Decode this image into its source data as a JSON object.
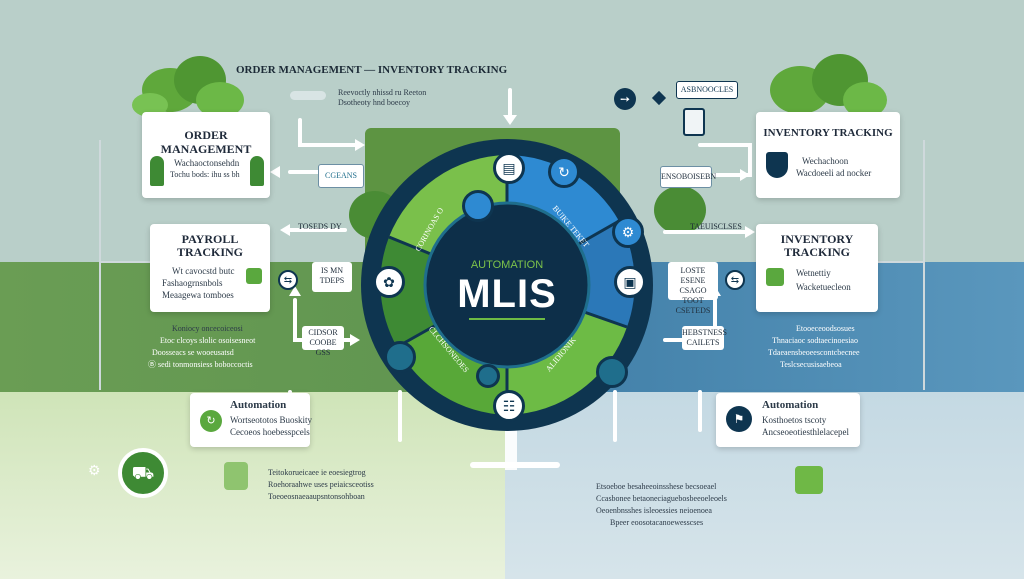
{
  "header": {
    "title": "ORDER MANAGEMENT",
    "title_sep": "—",
    "title_right": "INVENTORY TRACKING",
    "sub_lines": [
      "Reevoctly nhissd ru Reeton",
      "Dsotheoty hnd boecoy"
    ],
    "top_right_badge": "ASBNOOCLES"
  },
  "center": {
    "kicker": "AUTOMATION",
    "title": "MLIS",
    "ring_labels": [
      "CORINOAS O",
      "BUIKE TEKET",
      "CLCHSONEOES",
      "ALIDIONIK"
    ]
  },
  "cards": {
    "order_mgmt": {
      "title_1": "ORDER",
      "title_2": "MANAGEMENT",
      "lines": [
        "Wachaoctonsehdn",
        "Tochu bods: ihu ss bh"
      ]
    },
    "payroll": {
      "title_1": "PAYROLL",
      "title_2": "TRACKING",
      "lines": [
        "Wt cavocstd butc",
        "Fashaogrnsnbols",
        "Meaagewa tomboes"
      ]
    },
    "automation_left": {
      "title": "Automation",
      "lines": [
        "Wortseototos Buoskity",
        "Cecoeos hoebesspcels"
      ]
    },
    "inventory_top": {
      "title": "INVENTORY TRACKING",
      "lines": [
        "Wechachoon",
        "Wacdoeeli ad nocker"
      ]
    },
    "inventory_mid": {
      "title_1": "INVENTORY",
      "title_2": "TRACKING",
      "lines": [
        "Wetnettiy",
        "Wacketuecleon"
      ]
    },
    "automation_right": {
      "title": "Automation",
      "lines": [
        "Kosthoetos tscoty",
        "Ancseoeotiesthlelacepel"
      ]
    }
  },
  "side_labels": {
    "left_arrow_label": "CGEANS",
    "left_small_1": "TOSEDS DY",
    "left_pill": [
      "IS  MN",
      "TDEPS"
    ],
    "left_bottom_pill": [
      "CIDSOR",
      "COOBE GSS"
    ],
    "left_text": [
      "Koniocy oncecoiceosi",
      "Etoc clcoys slolic osoisesneot",
      "Doosseacs se wooeusatsd",
      "Ⓑ sedi tonmonsiess boboccoctis"
    ],
    "left_bottom_text": [
      "Teitokorueicaee ie eoesiegtrog",
      "Roehoraahwe uses peiaicsceotiss",
      "Toeoeosnaeaaupsntonsohboan"
    ],
    "right_arrow_label": "ENSOBOISEBN",
    "right_small_1": "TAEUISCLSES",
    "right_pill": [
      "LOSTE ESENE",
      "CSAGO TOOT",
      "CSETEDS"
    ],
    "right_bottom_pill": [
      "HEBSTNESS",
      "CAILETS"
    ],
    "right_text": [
      "Etooeceoodsosues",
      "Thnaciaoc sodtaecinoesiao",
      "Tdaeaensbeoeescontcbecnee",
      "Teslcsecusisaebeoa"
    ],
    "right_bottom_text": [
      "Etsoeboe besaheeoinsshese becsoeael",
      "Ccasbonee betaoneciaguebosbeeoeleoels",
      "Oeoenbnsshes isleoessies neioenoea",
      "Bpeer eoosotacanoewesscses"
    ]
  },
  "colors": {
    "navy": "#0e3550",
    "green": "#4f9a3e",
    "light_green": "#7cc24a",
    "blue": "#2d7fc0",
    "teal": "#1f6e8c"
  }
}
